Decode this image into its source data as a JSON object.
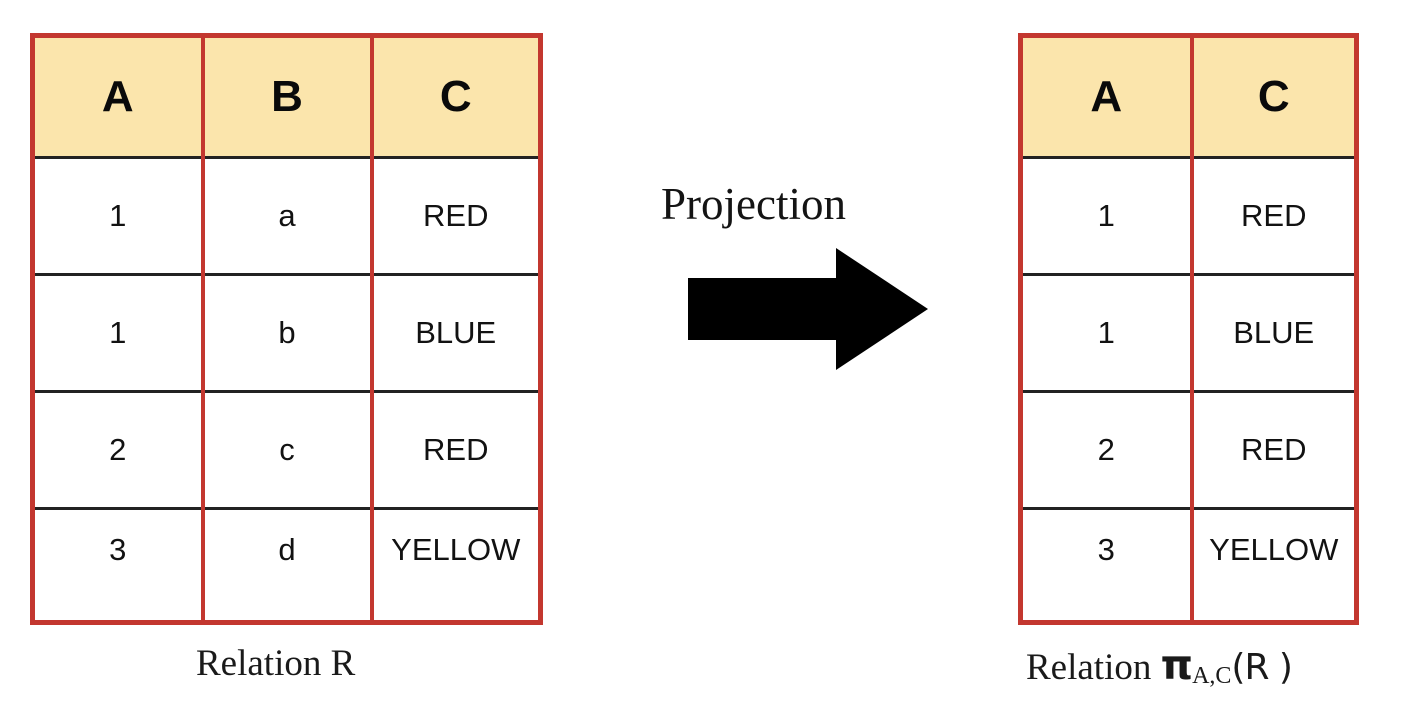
{
  "theme": {
    "header_fill": "#fbe5ac",
    "border_red": "#c3372f",
    "border_dark": "#222222",
    "text_color": "#121212",
    "background": "#ffffff",
    "arrow_color": "#000000"
  },
  "left_table": {
    "caption": "Relation R",
    "columns": [
      "A",
      "B",
      "C"
    ],
    "rows": [
      [
        "1",
        "a",
        "RED"
      ],
      [
        "1",
        "b",
        "BLUE"
      ],
      [
        "2",
        "c",
        "RED"
      ],
      [
        "3",
        "d",
        "YELLOW"
      ]
    ]
  },
  "right_table": {
    "caption_prefix": "Relation ",
    "caption_operator": "π",
    "caption_subscript": "A,C",
    "caption_argument": "(R )",
    "columns": [
      "A",
      "C"
    ],
    "rows": [
      [
        "1",
        "RED"
      ],
      [
        "1",
        "BLUE"
      ],
      [
        "2",
        "RED"
      ],
      [
        "3",
        "YELLOW"
      ]
    ]
  },
  "transform": {
    "label": "Projection",
    "arrow_icon": "right-block-arrow-icon"
  }
}
